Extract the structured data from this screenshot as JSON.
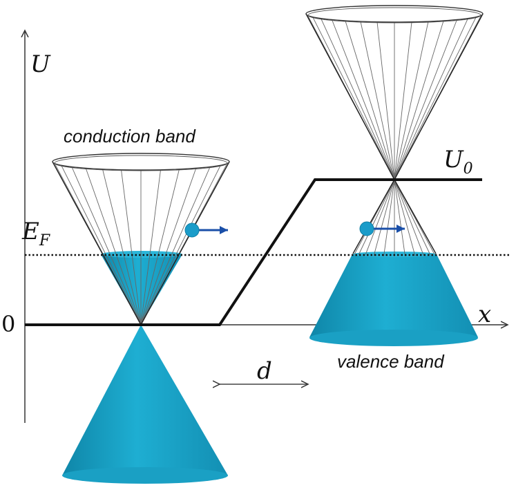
{
  "labels": {
    "u_axis": "U",
    "x_axis": "x",
    "zero": "0",
    "fermi_main": "E",
    "fermi_sub": "F",
    "barrier_main": "U",
    "barrier_sub": "0",
    "width": "d",
    "conduction": "conduction band",
    "valence": "valence band"
  },
  "colors": {
    "band_fill": "#1aa0c4",
    "band_dark": "#0f7f9f",
    "particle": "#1a9cc9",
    "arrow": "#1a4fa8",
    "lines": "#111111",
    "mesh": "#555555"
  }
}
